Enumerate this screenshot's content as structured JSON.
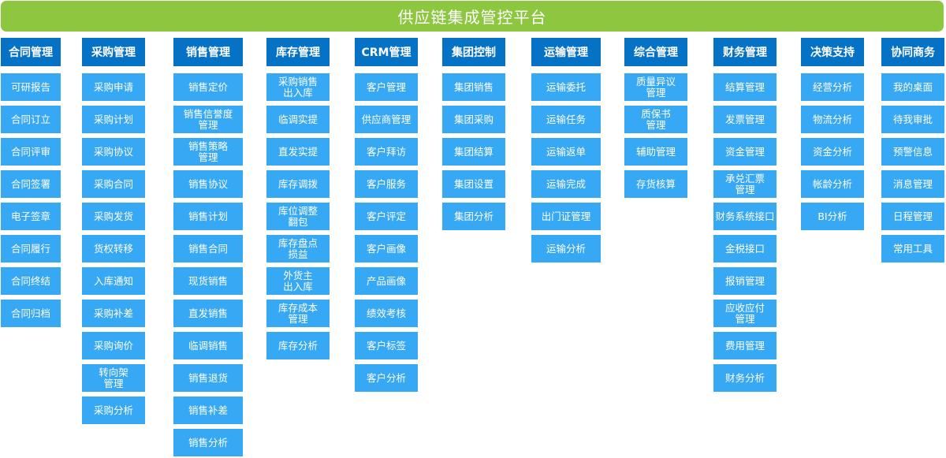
{
  "title": "供应链集成管控平台",
  "colors": {
    "banner": "#8dc63f",
    "header": "#0572c6",
    "cell": "#37a8f4",
    "text": "#ffffff"
  },
  "modules": [
    {
      "name": "合同管理",
      "slug": "contract",
      "items": [
        "可研报告",
        "合同订立",
        "合同评审",
        "合同签署",
        "电子签章",
        "合同履行",
        "合同终结",
        "合同归档"
      ]
    },
    {
      "name": "采购管理",
      "slug": "purchase",
      "items": [
        "采购申请",
        "采购计划",
        "采购协议",
        "采购合同",
        "采购发货",
        "货权转移",
        "入库通知",
        "采购补差",
        "采购询价",
        "转向架\n管理",
        "采购分析"
      ]
    },
    {
      "name": "销售管理",
      "slug": "sales",
      "items": [
        "销售定价",
        "销售信誉度\n管理",
        "销售策略\n管理",
        "销售协议",
        "销售计划",
        "销售合同",
        "现货销售",
        "直发销售",
        "临调销售",
        "销售退货",
        "销售补差",
        "销售分析"
      ]
    },
    {
      "name": "库存管理",
      "slug": "inventory",
      "items": [
        "采购销售\n出入库",
        "临调实提",
        "直发实提",
        "库存调拨",
        "库位调整\n翻包",
        "库存盘点\n损益",
        "外货主\n出入库",
        "库存成本\n管理",
        "库存分析"
      ]
    },
    {
      "name": "CRM管理",
      "slug": "crm",
      "items": [
        "客户管理",
        "供应商管理",
        "客户拜访",
        "客户服务",
        "客户评定",
        "客户画像",
        "产品画像",
        "绩效考核",
        "客户标签",
        "客户分析"
      ]
    },
    {
      "name": "集团控制",
      "slug": "group",
      "items": [
        "集团销售",
        "集团采购",
        "集团结算",
        "集团设置",
        "集团分析"
      ]
    },
    {
      "name": "运输管理",
      "slug": "transport",
      "items": [
        "运输委托",
        "运输任务",
        "运输返单",
        "运输完成",
        "出门证管理",
        "运输分析"
      ]
    },
    {
      "name": "综合管理",
      "slug": "general",
      "items": [
        "质量异议\n管理",
        "质保书\n管理",
        "辅助管理",
        "存货核算"
      ]
    },
    {
      "name": "财务管理",
      "slug": "finance",
      "items": [
        "结算管理",
        "发票管理",
        "资金管理",
        "承兑汇票\n管理",
        "财务系统接口",
        "金税接口",
        "报销管理",
        "应收应付\n管理",
        "费用管理",
        "财务分析"
      ]
    },
    {
      "name": "决策支持",
      "slug": "decision",
      "items": [
        "经营分析",
        "物流分析",
        "资金分析",
        "帐龄分析",
        "BI分析"
      ]
    },
    {
      "name": "协同商务",
      "slug": "collab",
      "items": [
        "我的桌面",
        "待我审批",
        "预警信息",
        "消息管理",
        "日程管理",
        "常用工具"
      ]
    }
  ]
}
